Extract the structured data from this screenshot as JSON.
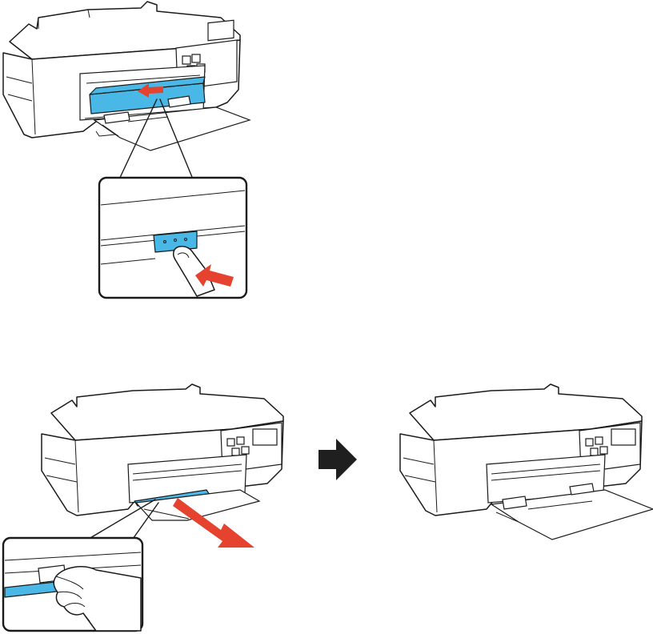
{
  "figure": {
    "steps": [
      {
        "id": "step-1",
        "content": "printer-front-tray-push-in"
      },
      {
        "id": "step-2",
        "content": "printer-front-tray-pull-out"
      },
      {
        "id": "step-3",
        "content": "printer-result-tray-extended"
      }
    ],
    "icons": [
      "printer-illustration",
      "push-arrow-icon",
      "pull-arrow-icon",
      "next-step-arrow-icon",
      "finger-icon",
      "hand-icon"
    ],
    "colors": {
      "accent_blue": "#49b8e6",
      "arrow_red": "#e5432f",
      "outline": "#1a1a1a",
      "step_arrow": "#1f1f1f"
    }
  }
}
